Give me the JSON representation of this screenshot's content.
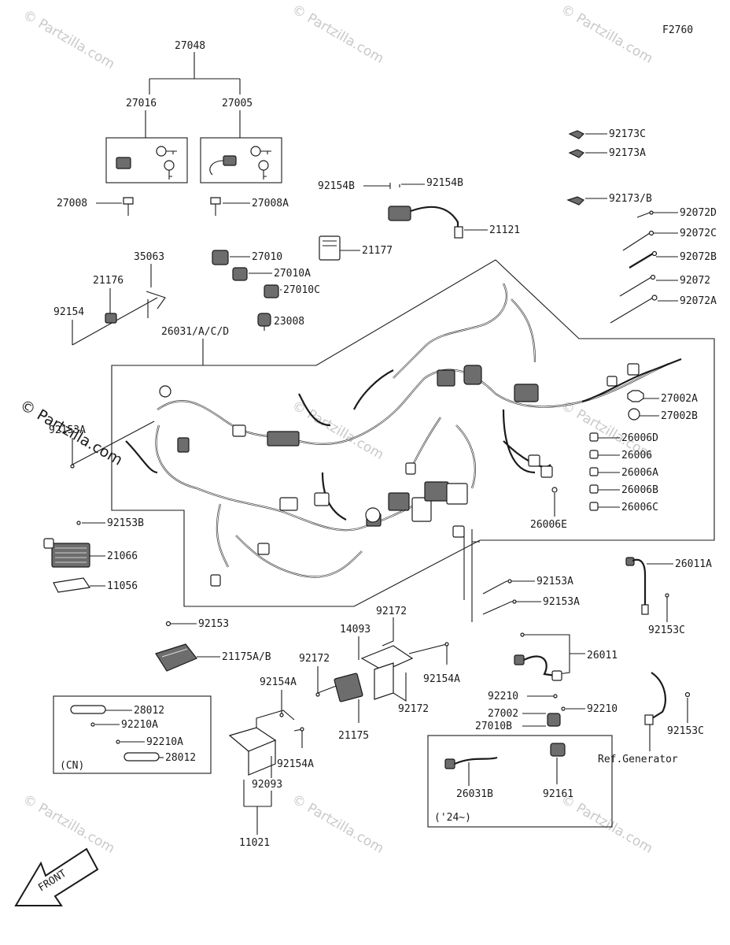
{
  "diagram_code": "F2760",
  "watermark": "© Partzilla.com",
  "front_label": "FRONT",
  "box_labels": {
    "cn": "(CN)",
    "year_24": "('24~)",
    "ref_generator": "Ref.Generator"
  },
  "parts": {
    "p27048": "27048",
    "p27016": "27016",
    "p27005": "27005",
    "p27008": "27008",
    "p27008a": "27008A",
    "p35063": "35063",
    "p21176": "21176",
    "p92154": "92154",
    "p27010": "27010",
    "p27010a": "27010A",
    "p27010c": "27010C",
    "p23008": "23008",
    "p21177": "21177",
    "p92154b_l": "92154B",
    "p92154b_r": "92154B",
    "p21121": "21121",
    "p92173c": "92173C",
    "p92173a": "92173A",
    "p92173b": "92173/B",
    "p92072d": "92072D",
    "p92072c": "92072C",
    "p92072b": "92072B",
    "p92072": "92072",
    "p92072a": "92072A",
    "p26031": "26031/A/C/D",
    "p92153a_left": "92153A",
    "p27002a": "27002A",
    "p27002b": "27002B",
    "p26006d": "26006D",
    "p26006": "26006",
    "p26006a": "26006A",
    "p26006b": "26006B",
    "p26006c": "26006C",
    "p26006e": "26006E",
    "p92153b": "92153B",
    "p21066": "21066",
    "p11056": "11056",
    "p92153a_1": "92153A",
    "p92153a_2": "92153A",
    "p26011a": "26011A",
    "p92153c_1": "92153C",
    "p92153": "92153",
    "p21175ab": "21175A/B",
    "p92172_top": "92172",
    "p14093": "14093",
    "p92172_left": "92172",
    "p92154a_r": "92154A",
    "p92172_bot": "92172",
    "p21175": "21175",
    "p92154a_top": "92154A",
    "p92154a_bot": "92154A",
    "p92093": "92093",
    "p11021": "11021",
    "p28012_1": "28012",
    "p92210a_1": "92210A",
    "p92210a_2": "92210A",
    "p28012_2": "28012",
    "p26011": "26011",
    "p92210_1": "92210",
    "p92210_2": "92210",
    "p27002": "27002",
    "p27010b": "27010B",
    "p26031b": "26031B",
    "p92161": "92161",
    "p92153c_2": "92153C"
  }
}
